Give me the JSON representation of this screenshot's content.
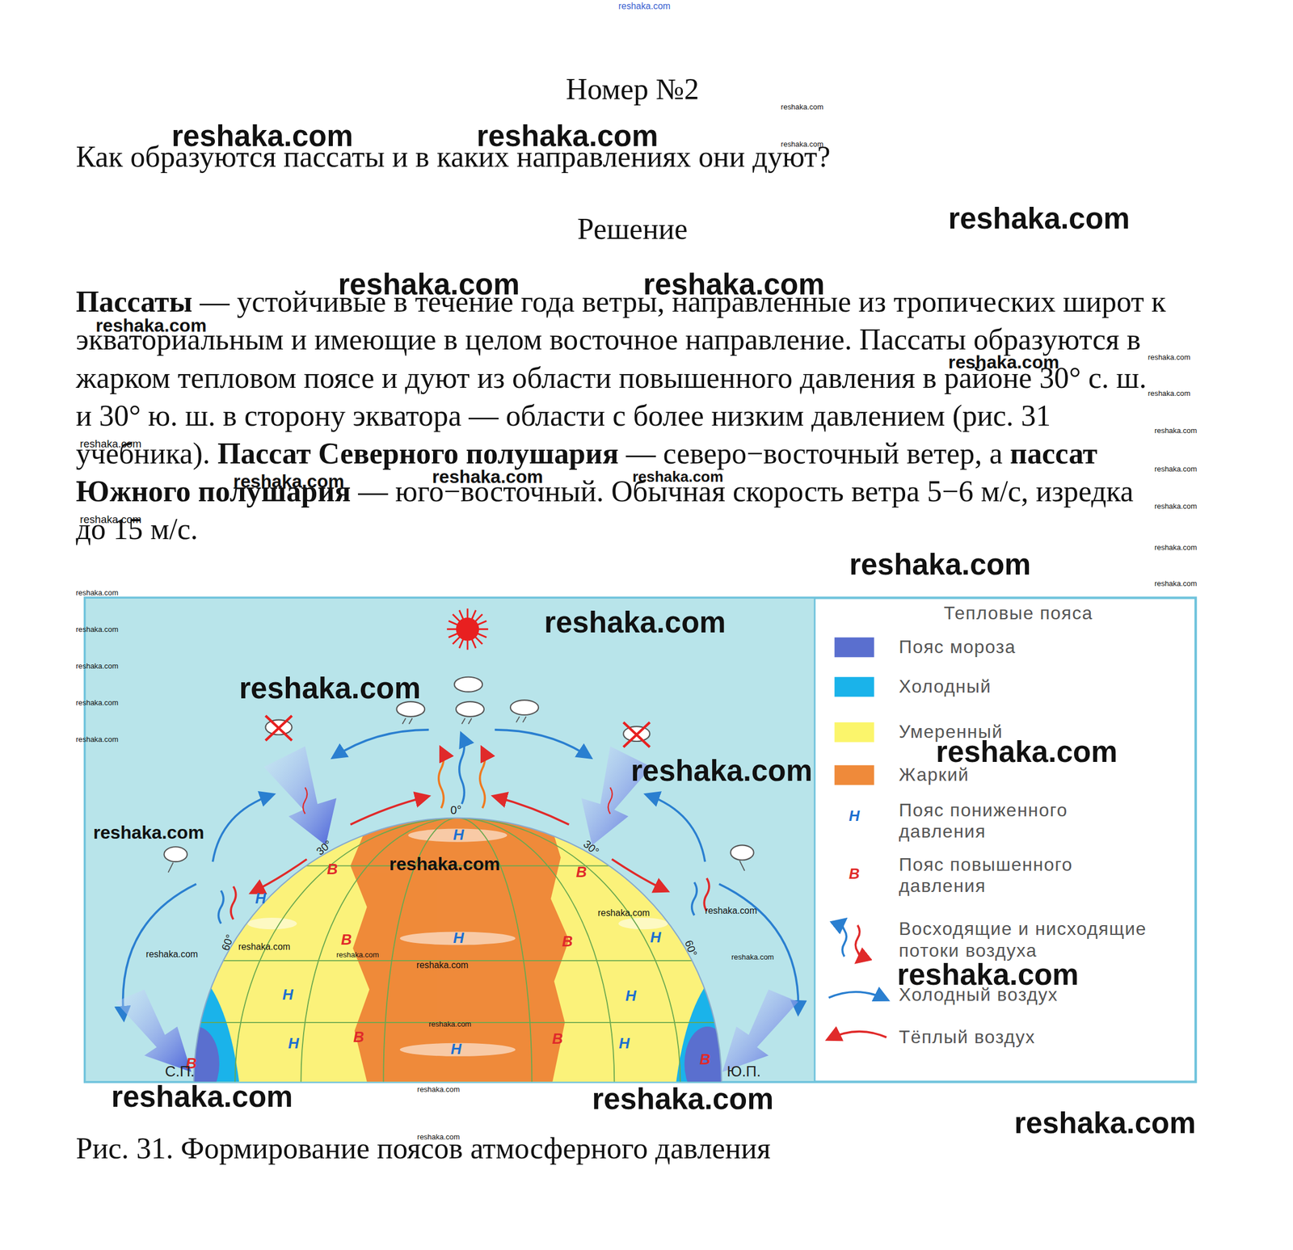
{
  "diagram": {
    "title": "Номер №2",
    "caption": "Рис. 31. Формирование поясов атмосферного давления",
    "labels": [
      "Как образуются пассаты и в каких направлениях они дуют?",
      "Решение",
      "Пассаты",
      "— устойчивые в течение года ветры, направленные из тропических широт к экваториальным и имеющие в целом восточное направление. Пассаты образуются в жарком тепловом поясе и дуют из области повышенного давления в районе 30° с. ш. и 30° ю. ш. в сторону экватора — области с более низким давлением (рис. 31 учебника).",
      "Пассат Северного полушария",
      "— северо−восточный ветер, а",
      "пассат Южного полушария",
      "— юго−восточный. Обычная скорость ветра 5−6 м/с, изредка до 15 м/с.",
      "0°",
      "30°",
      "30°",
      "60°",
      "60°",
      "Н",
      "В",
      "В",
      "Н",
      "В",
      "Н",
      "В",
      "Н",
      "Н",
      "Н",
      "В",
      "Н",
      "Н",
      "В",
      "Н",
      "В",
      "В",
      "С.П.",
      "Ю.П.",
      "Тепловые пояса",
      "Н",
      "В",
      "reshaka.com",
      "reshaka.com",
      "reshaka.com",
      "reshaka.com",
      "reshaka.com",
      "reshaka.com",
      "reshaka.com",
      "reshaka.com",
      "reshaka.com",
      "reshaka.com",
      "reshaka.com",
      "reshaka.com",
      "reshaka.com",
      "reshaka.com",
      "reshaka.com",
      "reshaka.com",
      "reshaka.com",
      "reshaka.com",
      "reshaka.com",
      "reshaka.com",
      "reshaka.com",
      "reshaka.com",
      "reshaka.com",
      "reshaka.com",
      "reshaka.com",
      "reshaka.com",
      "reshaka.com",
      "reshaka.com",
      "reshaka.com",
      "reshaka.com",
      "reshaka.com",
      "reshaka.com",
      "reshaka.com",
      "reshaka.com",
      "reshaka.com",
      "reshaka.com",
      "reshaka.com",
      "reshaka.com",
      "reshaka.com",
      "reshaka.com",
      "reshaka.com",
      "reshaka.com",
      "reshaka.com",
      "reshaka.com",
      "reshaka.com",
      "reshaka.com",
      "reshaka.com",
      "reshaka.com"
    ],
    "legend": [
      {
        "text": "Пояс мороза",
        "color": "#5a6fcf"
      },
      {
        "text": "Холодный",
        "color": "#1ab3ea"
      },
      {
        "text": "Умеренный",
        "color": "#fbf56b"
      },
      {
        "text": "Жаркий",
        "color": "#ef8a3a"
      },
      {
        "text": "Пояс пониженного давления"
      },
      {
        "text": "Пояс повышенного давления"
      },
      {
        "text": "Восходящие и нисходящие потоки воздуха"
      },
      {
        "text": "Холодный воздух"
      },
      {
        "text": "Тёплый воздух"
      }
    ]
  }
}
